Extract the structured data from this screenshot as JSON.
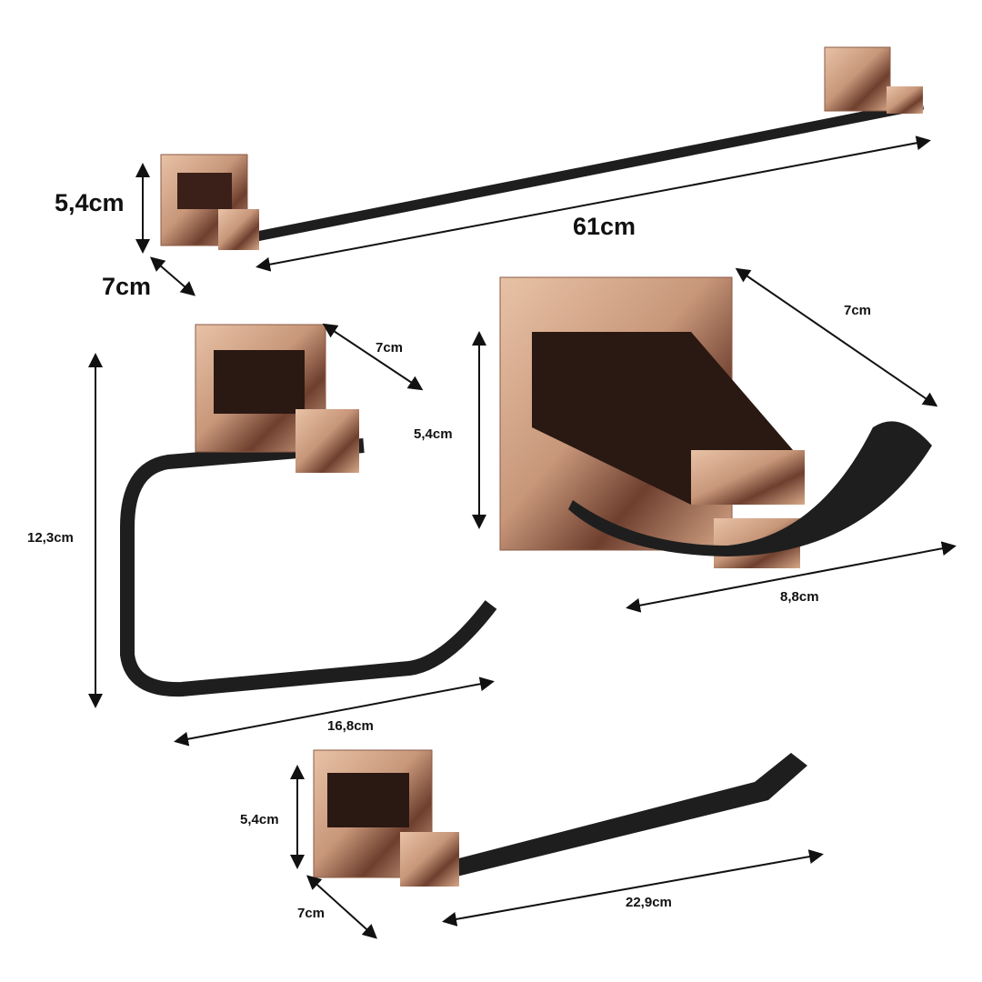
{
  "colors": {
    "rose_gold": "#c8977a",
    "rose_gold_dark": "#7a4a36",
    "black_finish": "#1e1e1e",
    "dimension_line": "#111111"
  },
  "products": [
    {
      "name": "towel-bar",
      "dimensions": {
        "height": "5,4cm",
        "depth": "7cm",
        "length": "61cm"
      }
    },
    {
      "name": "toilet-paper-holder",
      "dimensions": {
        "depth": "7cm",
        "height": "12,3cm",
        "width": "16,8cm"
      }
    },
    {
      "name": "robe-hook",
      "dimensions": {
        "depth": "7cm",
        "height": "5,4cm",
        "width": "8,8cm"
      }
    },
    {
      "name": "towel-hanger",
      "dimensions": {
        "height": "5,4cm",
        "depth": "7cm",
        "length": "22,9cm"
      }
    }
  ]
}
